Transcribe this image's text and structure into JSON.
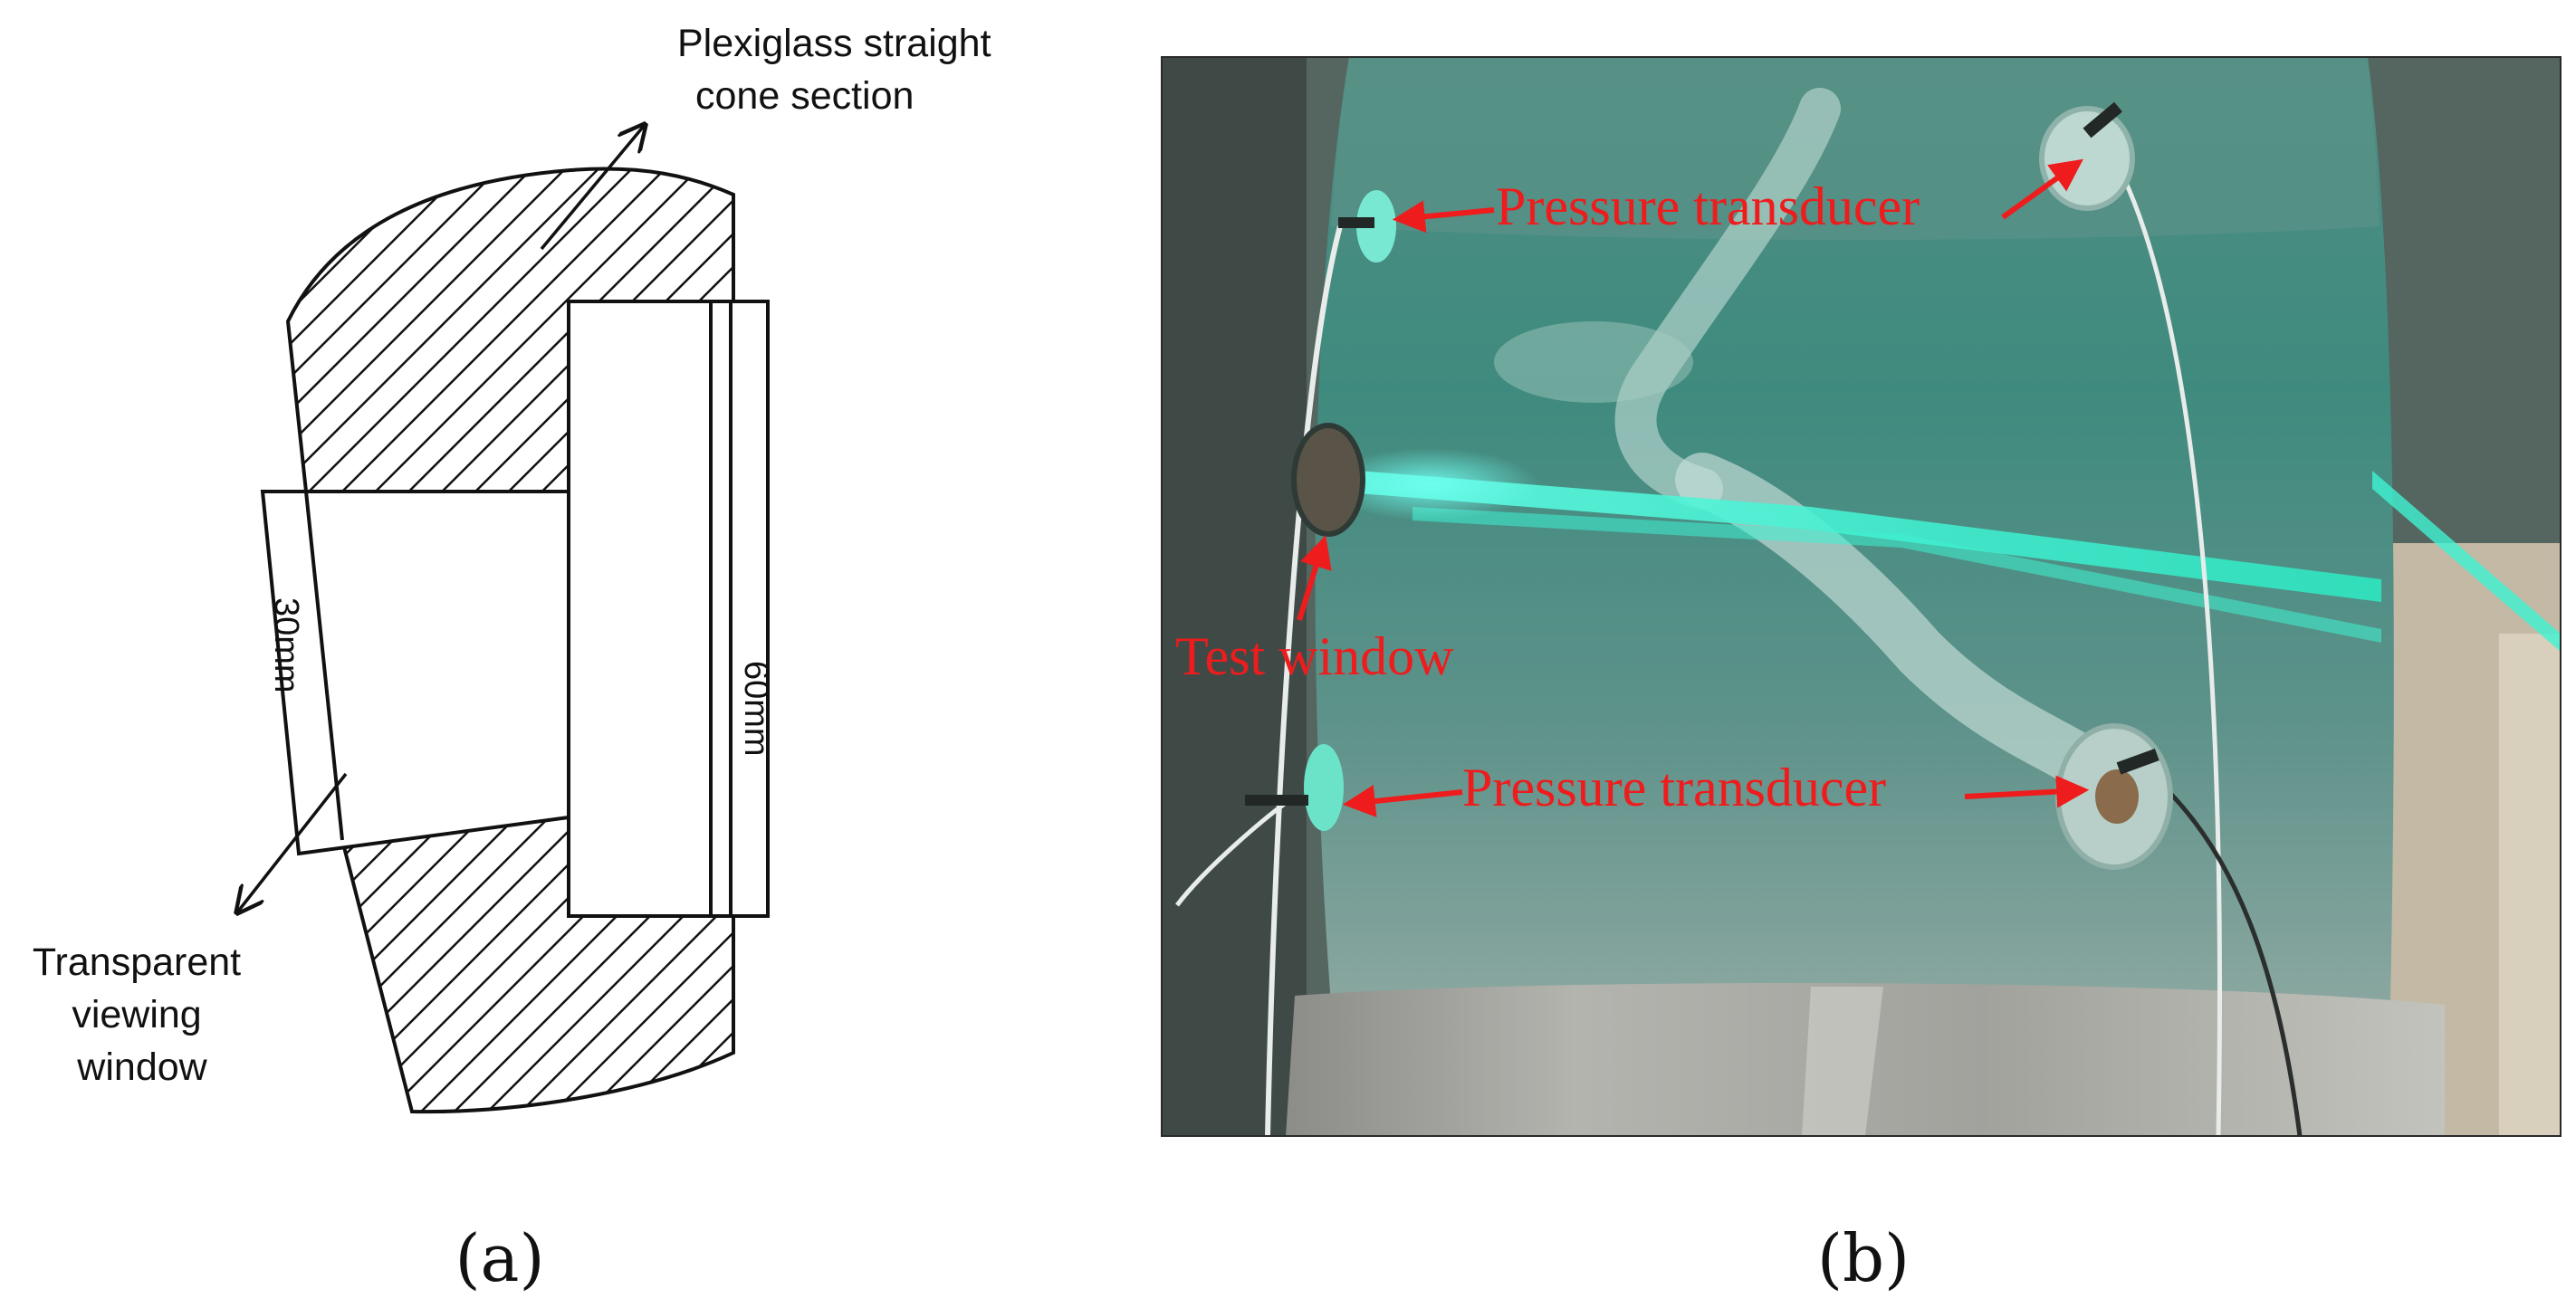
{
  "panel_a": {
    "caption": "(a)",
    "label_cone": [
      "Plexiglass straight",
      "cone section"
    ],
    "label_window": [
      "Transparent",
      "viewing",
      "window"
    ],
    "dim_small": "30mm",
    "dim_large": "60mm"
  },
  "panel_b": {
    "caption": "(b)",
    "label_pt_top": "Pressure transducer",
    "label_test_window": "Test window",
    "label_pt_bottom": "Pressure transducer"
  },
  "colors": {
    "annotation": "#ee1c1c",
    "laser": "#3ef2d2",
    "tank_water": "#3d8a7d",
    "metal_base": "#a7a7a2"
  }
}
